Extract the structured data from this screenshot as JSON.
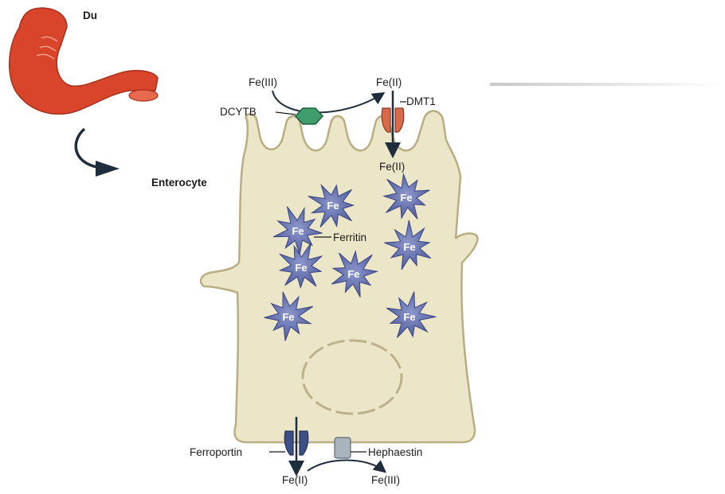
{
  "labels": {
    "duodenum": "Du",
    "enterocyte": "Enterocyte",
    "fe3_top": "Fe(III)",
    "fe2_top": "Fe(II)",
    "dcytb": "DCYTB",
    "dmt1": "DMT1",
    "fe2_inside": "Fe(II)",
    "ferritin": "Ferritin",
    "ferroportin": "Ferroportin",
    "hephaestin": "Hephaestin",
    "fe2_bottom": "Fe(II)",
    "fe3_bottom": "Fe(III)"
  },
  "ferritin_label": "Fe",
  "colors": {
    "cell_fill": "#ece6c9",
    "cell_stroke": "#b9ad83",
    "ferritin": "#5b67a8",
    "duodenum": "#d9452b",
    "dcytb": "#3f9e6b",
    "dmt1": "#d66a4a",
    "ferroportin": "#3e4f85",
    "hephaestin": "#a9b4bf",
    "arrow": "#1f2d3d"
  }
}
